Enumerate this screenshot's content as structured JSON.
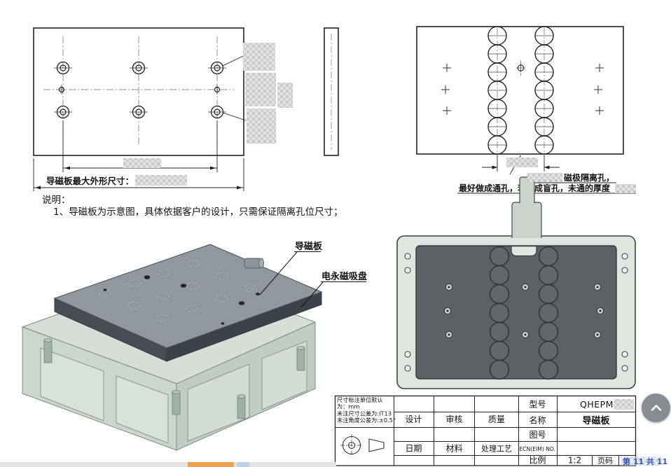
{
  "colors": {
    "line": "#222222",
    "chuck_body_light": "#e0e5e0",
    "chuck_plate_dark": "#5d6165",
    "iso_translucent_green": "#c5d2c9",
    "scroll_thumb_orange": "#efa14d",
    "page_number_blue": "#3a57a8"
  },
  "front_view": {
    "caption": "导磁板最大外形尺寸："
  },
  "pole_view": {
    "note_line1": "磁极隔离孔，",
    "note_line2": "最好做成通孔，若做成盲孔，未通的厚度"
  },
  "remarks": {
    "title": "说明：",
    "line1": "1、导磁板为示意图，具体依据客户的设计，只需保证隔离孔位尺寸；"
  },
  "iso_view": {
    "plate_label": "导磁板",
    "chuck_label": "电永磁吸盘"
  },
  "title_block": {
    "units_line1": "尺寸标注单位默认",
    "units_line2": "为：mm",
    "units_line3": "未注尺寸公差为:IT13",
    "units_line4": "未注角度公差为:±0.5°",
    "design": "设计",
    "review": "审核",
    "quality": "质量",
    "date": "日期",
    "material": "材料",
    "process": "处理工艺",
    "model_label": "型号",
    "model_value": "QHEPM-",
    "name_label": "名称",
    "name_value": "导磁板",
    "drawing_label": "图号",
    "ecn_label": "ECN(EIM) NO.",
    "scale_label": "比例",
    "scale_value": "1:2",
    "page_label": "页码",
    "page_value": "第 11 共 11"
  }
}
